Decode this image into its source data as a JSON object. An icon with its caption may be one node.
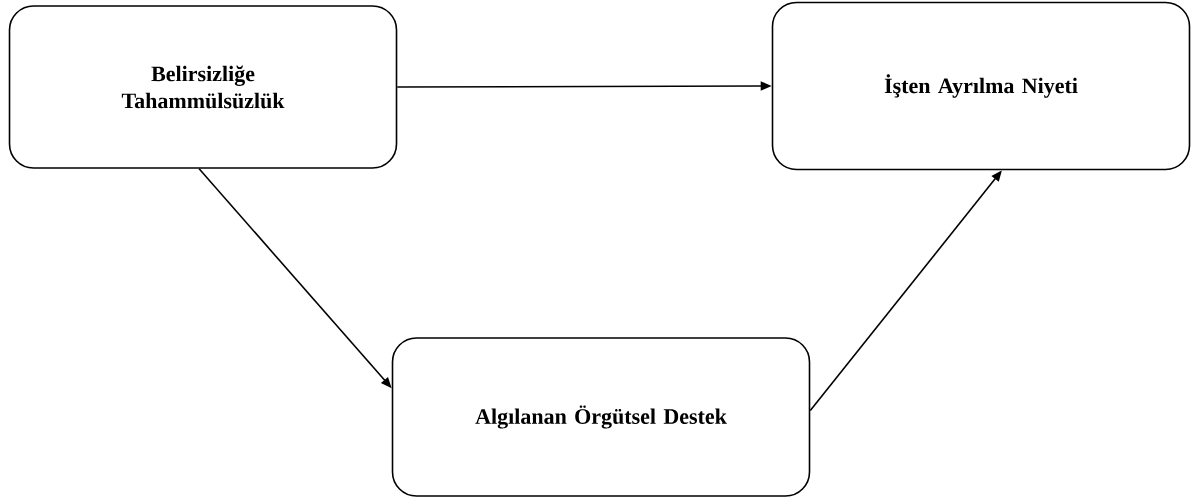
{
  "diagram": {
    "nodes": [
      {
        "text": [
          "Belirsizliğe Tahammülsüzlük"
        ]
      },
      {
        "text": [
          "İşten Ayrılma Niyeti"
        ]
      },
      {
        "text": [
          "Algılanan Örgütsel Destek"
        ]
      }
    ],
    "edges": [
      {
        "from": 0,
        "to": 1,
        "arrow": "to"
      },
      {
        "from": 0,
        "to": 2,
        "arrow": "to"
      },
      {
        "from": 2,
        "to": 1,
        "arrow": "to"
      }
    ]
  }
}
